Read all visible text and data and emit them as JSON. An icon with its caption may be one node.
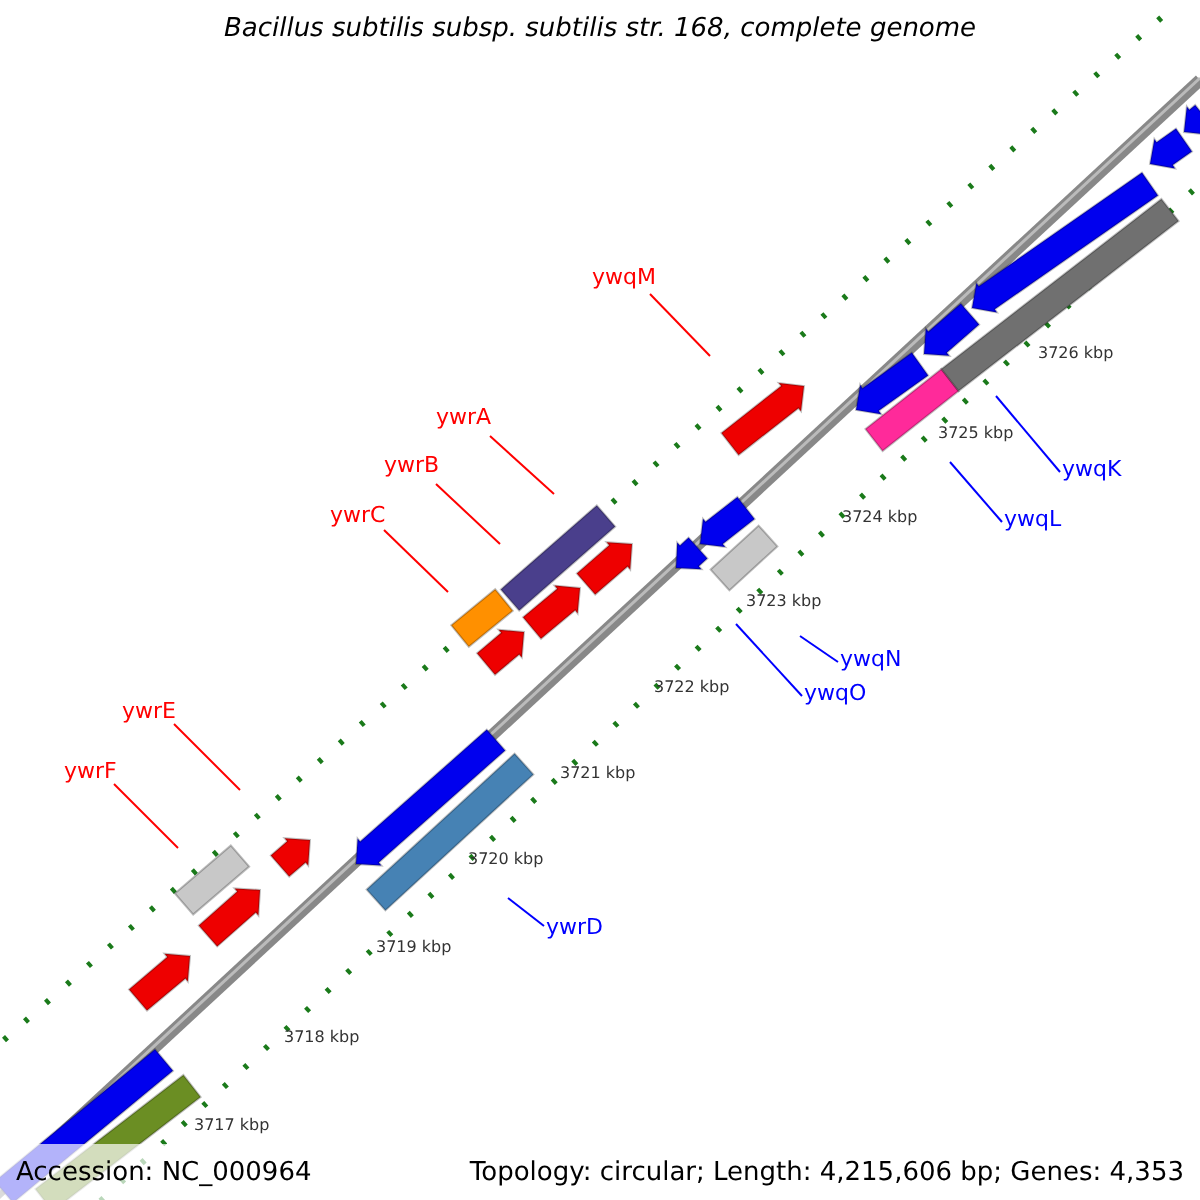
{
  "diagram": {
    "title": "Bacillus subtilis subsp. subtilis str. 168, complete genome",
    "nodes": [
      {
        "text": [
          "ywqM"
        ]
      },
      {
        "text": [
          "ywrA"
        ]
      },
      {
        "text": [
          "ywrB"
        ]
      },
      {
        "text": [
          "ywrC"
        ]
      },
      {
        "text": [
          "ywrE"
        ]
      },
      {
        "text": [
          "ywrF"
        ]
      },
      {
        "text": [
          "ywrD"
        ]
      },
      {
        "text": [
          "ywqO"
        ]
      },
      {
        "text": [
          "ywqN"
        ]
      },
      {
        "text": [
          "ywqL"
        ]
      },
      {
        "text": [
          "ywqK"
        ]
      }
    ],
    "edges": [
      {
        "from": 0,
        "to": null,
        "arrow": "none",
        "color": "#ff0000"
      },
      {
        "from": 1,
        "to": null,
        "arrow": "none",
        "color": "#ff0000"
      },
      {
        "from": 2,
        "to": null,
        "arrow": "none",
        "color": "#ff0000"
      },
      {
        "from": 3,
        "to": null,
        "arrow": "none",
        "color": "#ff0000"
      },
      {
        "from": 4,
        "to": null,
        "arrow": "none",
        "color": "#ff0000"
      },
      {
        "from": 5,
        "to": null,
        "arrow": "none",
        "color": "#ff0000"
      },
      {
        "from": 6,
        "to": null,
        "arrow": "none",
        "color": "#0000ff"
      },
      {
        "from": 7,
        "to": null,
        "arrow": "none",
        "color": "#0000ff"
      },
      {
        "from": 8,
        "to": null,
        "arrow": "none",
        "color": "#0000ff"
      },
      {
        "from": 9,
        "to": null,
        "arrow": "none",
        "color": "#0000ff"
      },
      {
        "from": 10,
        "to": null,
        "arrow": "none",
        "color": "#0000ff"
      }
    ],
    "labels": [
      "3726 kbp",
      "3725 kbp",
      "3724 kbp",
      "3723 kbp",
      "3722 kbp",
      "3721 kbp",
      "3720 kbp",
      "3719 kbp",
      "3718 kbp",
      "3717 kbp",
      "Accession: NC_000964",
      "Topology: circular; Length: 4,215,606 bp; Genes: 4,353"
    ]
  }
}
